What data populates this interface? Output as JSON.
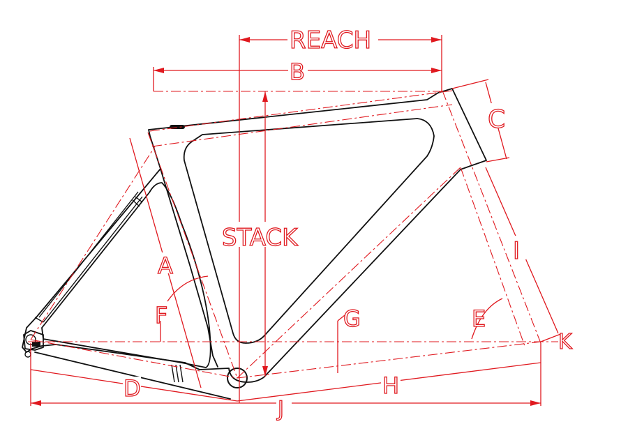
{
  "labels": {
    "reach": "REACH",
    "b": "B",
    "c": "C",
    "stack": "STACK",
    "a": "A",
    "f": "F",
    "g": "G",
    "e": "E",
    "i": "I",
    "k": "K",
    "d": "D",
    "h": "H",
    "j": "J"
  },
  "colors": {
    "dimension": "#e0191f",
    "frame": "#111111",
    "background": "#ffffff"
  }
}
